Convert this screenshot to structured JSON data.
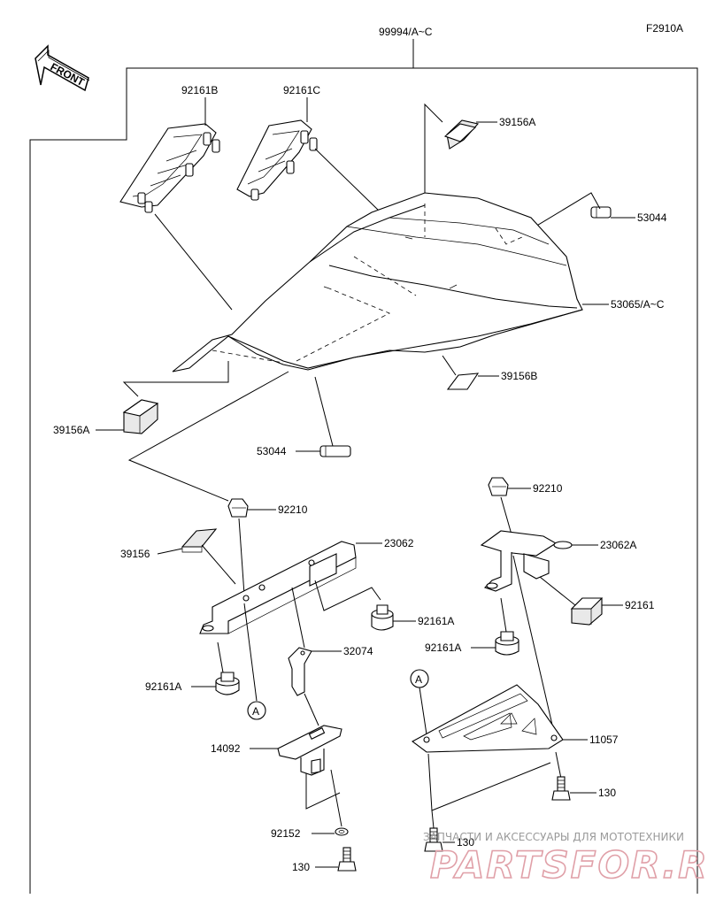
{
  "figure_code": "F2910A",
  "front_label": "FRONT",
  "labels": {
    "assembly": "99994/A~C",
    "bracket_left_cap": "92161B",
    "bracket_right_cap": "92161C",
    "pad_top": "39156A",
    "clip_top": "53044",
    "cowl": "53065/A~C",
    "pad_lower_right": "39156B",
    "pad_left": "39156A",
    "clip_lower": "53044",
    "nut_left": "92210",
    "pad_small": "39156",
    "bracket_left": "23062",
    "damper_center": "92161A",
    "damper_left": "92161A",
    "circle_a_left": "A",
    "stay": "32074",
    "holder": "14092",
    "washer": "92152",
    "bolt_bottom": "130",
    "nut_right": "92210",
    "bracket_right": "23062A",
    "damper_right_pad": "92161",
    "damper_right": "92161A",
    "circle_a_right": "A",
    "plate": "11057",
    "bolt_plate_right": "130",
    "bolt_plate_left": "130"
  },
  "watermark": {
    "line1": "ЗАПЧАСТИ И АКСЕССУАРЫ ДЛЯ МОТОТЕХНИКИ",
    "line2": "PARTSFOR.RU"
  },
  "colors": {
    "ink": "#000000",
    "watermark_text": "#9a9a9a",
    "watermark_logo": "#e0a0a8"
  }
}
